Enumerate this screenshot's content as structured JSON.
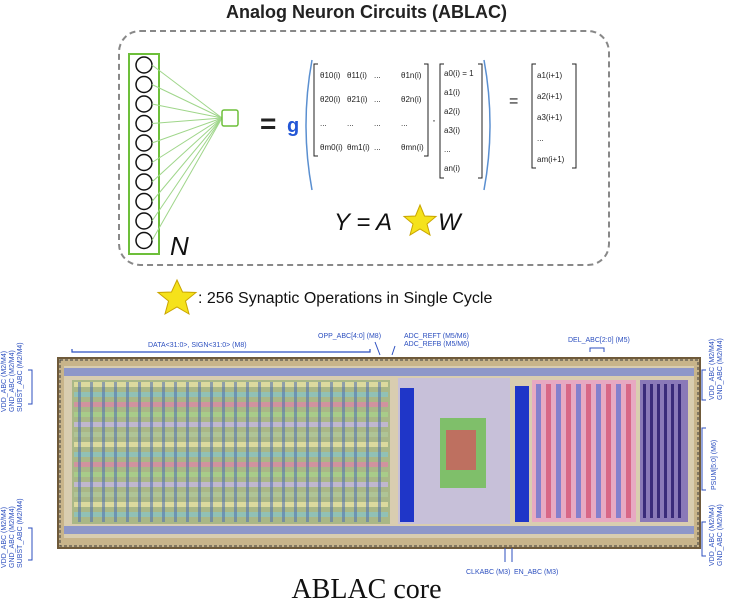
{
  "title": "Analog Neuron Circuits (ABLAC)",
  "neuron_label": "N",
  "equals_sign": "=",
  "g_label": "g",
  "matrix": {
    "rows": [
      [
        "θ10(i)",
        "θ11(i)",
        "...",
        "θ1n(i)"
      ],
      [
        "θ20(i)",
        "θ21(i)",
        "...",
        "θ2n(i)"
      ],
      [
        "...",
        "...",
        "...",
        "..."
      ],
      [
        "θm0(i)",
        "θm1(i)",
        "...",
        "θmn(i)"
      ]
    ],
    "input_vector": [
      "a0(i) = 1",
      "a1(i)",
      "a2(i)",
      "a3(i)",
      "...",
      "an(i)"
    ],
    "output_vector": [
      "a1(i+1)",
      "a2(i+1)",
      "a3(i+1)",
      "...",
      "am(i+1)"
    ]
  },
  "equation": {
    "left": "Y = A",
    "right": "W"
  },
  "star_legend": ": 256 Synaptic Operations in Single Cycle",
  "chip": {
    "top_labels": [
      "DATA<31:0>, SIGN<31:0> (M8)",
      "OPP_ABC[4:0] (M8)",
      "ADC_REFT (M5/M6)",
      "ADC_REFB (M5/M6)",
      "DEL_ABC[2:0] (M5)"
    ],
    "bottom_labels": [
      "CLKABC (M3)",
      "EN_ABC (M3)"
    ],
    "left_top_labels": [
      "VDD_ABC (M2/M4)",
      "GND_ABC (M2/M4)",
      "SUBST_ABC (M2/M4)"
    ],
    "left_bottom_labels": [
      "VDD_ABC (M2/M4)",
      "GND_ABC (M2/M4)",
      "SUBST_ABC (M2/M4)"
    ],
    "right_top_labels": [
      "VDD_ABC (M2/M4)",
      "GND_ABC (M2/M4)"
    ],
    "right_mid_labels": [
      "PSUM[5:0] (M6)"
    ],
    "right_bottom_labels": [
      "VDD_ABC (M2/M4)",
      "GND_ABC (M2/M4)"
    ]
  },
  "caption": "ABLAC core",
  "colors": {
    "node_green": "#6dbf3a",
    "star_yellow": "#f5e21b",
    "label_blue": "#2c4fbf",
    "g_blue": "#2356d6"
  }
}
